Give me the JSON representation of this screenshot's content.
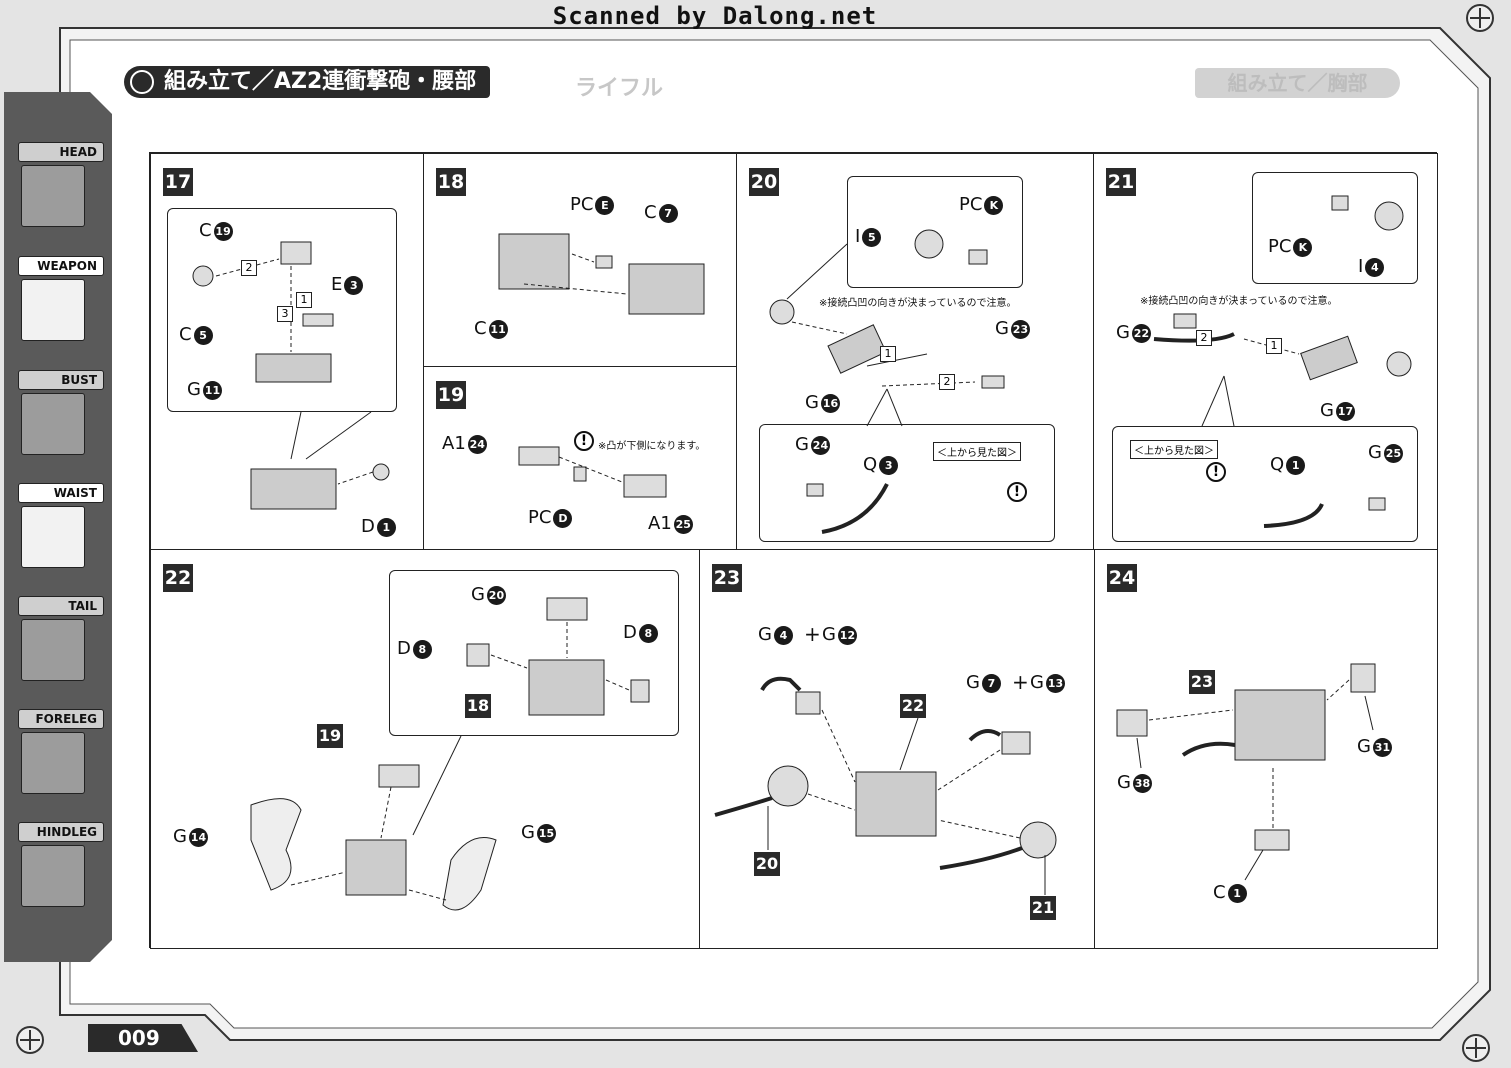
{
  "scan_credit": "Scanned by Dalong.net",
  "header": {
    "title": "組み立て／AZ2連衝撃砲・腰部",
    "ghost_left": "ライフル",
    "ghost_right": "組み立て／胸部"
  },
  "sidebar": {
    "tabs": [
      {
        "label": "HEAD",
        "active": false
      },
      {
        "label": "WEAPON",
        "active": true
      },
      {
        "label": "BUST",
        "active": false
      },
      {
        "label": "WAIST",
        "active": true
      },
      {
        "label": "TAIL",
        "active": false
      },
      {
        "label": "FORELEG",
        "active": false
      },
      {
        "label": "HINDLEG",
        "active": false
      }
    ]
  },
  "page_number": "009",
  "steps": {
    "s17": {
      "num": "17",
      "parts": [
        {
          "letter": "C",
          "n": "19"
        },
        {
          "letter": "C",
          "n": "5"
        },
        {
          "letter": "E",
          "n": "3"
        },
        {
          "letter": "G",
          "n": "11"
        },
        {
          "letter": "D",
          "n": "1"
        }
      ],
      "seq": [
        "1",
        "2",
        "3"
      ]
    },
    "s18": {
      "num": "18",
      "parts": [
        {
          "letter": "PC",
          "n": "E"
        },
        {
          "letter": "C",
          "n": "7"
        },
        {
          "letter": "C",
          "n": "11"
        }
      ]
    },
    "s19": {
      "num": "19",
      "parts": [
        {
          "letter": "A1",
          "n": "24"
        },
        {
          "letter": "PC",
          "n": "D"
        },
        {
          "letter": "A1",
          "n": "25"
        }
      ],
      "note": "※凸が下側になります。"
    },
    "s20": {
      "num": "20",
      "parts": [
        {
          "letter": "PC",
          "n": "K"
        },
        {
          "letter": "I",
          "n": "5"
        },
        {
          "letter": "G",
          "n": "23"
        },
        {
          "letter": "G",
          "n": "16"
        },
        {
          "letter": "G",
          "n": "24"
        },
        {
          "letter": "Q",
          "n": "3"
        }
      ],
      "note": "※接続凸凹の向きが決まっているので注意。",
      "view_label": "＜上から見た図＞",
      "seq": [
        "1",
        "2"
      ]
    },
    "s21": {
      "num": "21",
      "parts": [
        {
          "letter": "PC",
          "n": "K"
        },
        {
          "letter": "I",
          "n": "4"
        },
        {
          "letter": "G",
          "n": "22"
        },
        {
          "letter": "G",
          "n": "17"
        },
        {
          "letter": "Q",
          "n": "1"
        },
        {
          "letter": "G",
          "n": "25"
        }
      ],
      "note": "※接続凸凹の向きが決まっているので注意。",
      "view_label": "＜上から見た図＞",
      "seq": [
        "2",
        "1"
      ]
    },
    "s22": {
      "num": "22",
      "parts": [
        {
          "letter": "G",
          "n": "20"
        },
        {
          "letter": "D",
          "n": "8"
        },
        {
          "letter": "D",
          "n": "8"
        },
        {
          "letter": "G",
          "n": "14"
        },
        {
          "letter": "G",
          "n": "15"
        }
      ],
      "refs": [
        "18",
        "19"
      ]
    },
    "s23": {
      "num": "23",
      "parts": [
        {
          "letter": "G",
          "n": "4"
        },
        {
          "letter": "G",
          "n": "12"
        },
        {
          "letter": "G",
          "n": "7"
        },
        {
          "letter": "G",
          "n": "13"
        }
      ],
      "plus": "+",
      "refs": [
        "22",
        "20",
        "21"
      ]
    },
    "s24": {
      "num": "24",
      "parts": [
        {
          "letter": "G",
          "n": "31"
        },
        {
          "letter": "G",
          "n": "38"
        },
        {
          "letter": "C",
          "n": "1"
        }
      ],
      "refs": [
        "23"
      ]
    }
  }
}
